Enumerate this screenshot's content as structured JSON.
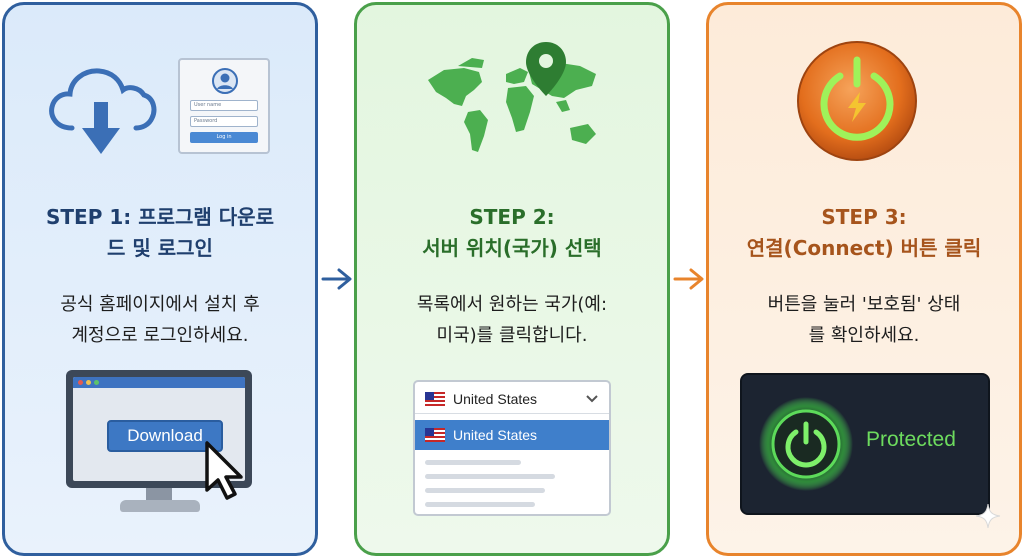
{
  "step1": {
    "title_line1": "STEP 1: 프로그램 다운로",
    "title_line2": "드 및 로그인",
    "desc_line1": "공식 홈페이지에서 설치 후",
    "desc_line2": "계정으로 로그인하세요.",
    "login_username": "User name",
    "login_password": "Password",
    "login_button": "Log in",
    "download_button": "Download"
  },
  "step2": {
    "title_line1": "STEP 2:",
    "title_line2": "서버 위치(국가) 선택",
    "desc_line1": "목록에서 원하는 국가(예:",
    "desc_line2": "미국)를 클릭합니다.",
    "selected_country": "United States",
    "highlighted_country": "United States"
  },
  "step3": {
    "title_line1": "STEP 3:",
    "title_line2": "연결(Connect) 버튼 클릭",
    "desc_line1": "버튼을 눌러 '보호됨' 상태",
    "desc_line2": "를 확인하세요.",
    "status": "Protected"
  },
  "colors": {
    "blue": "#2f5f9e",
    "green": "#4aa04a",
    "orange": "#e8842c",
    "protected_green": "#6ddb5e"
  }
}
